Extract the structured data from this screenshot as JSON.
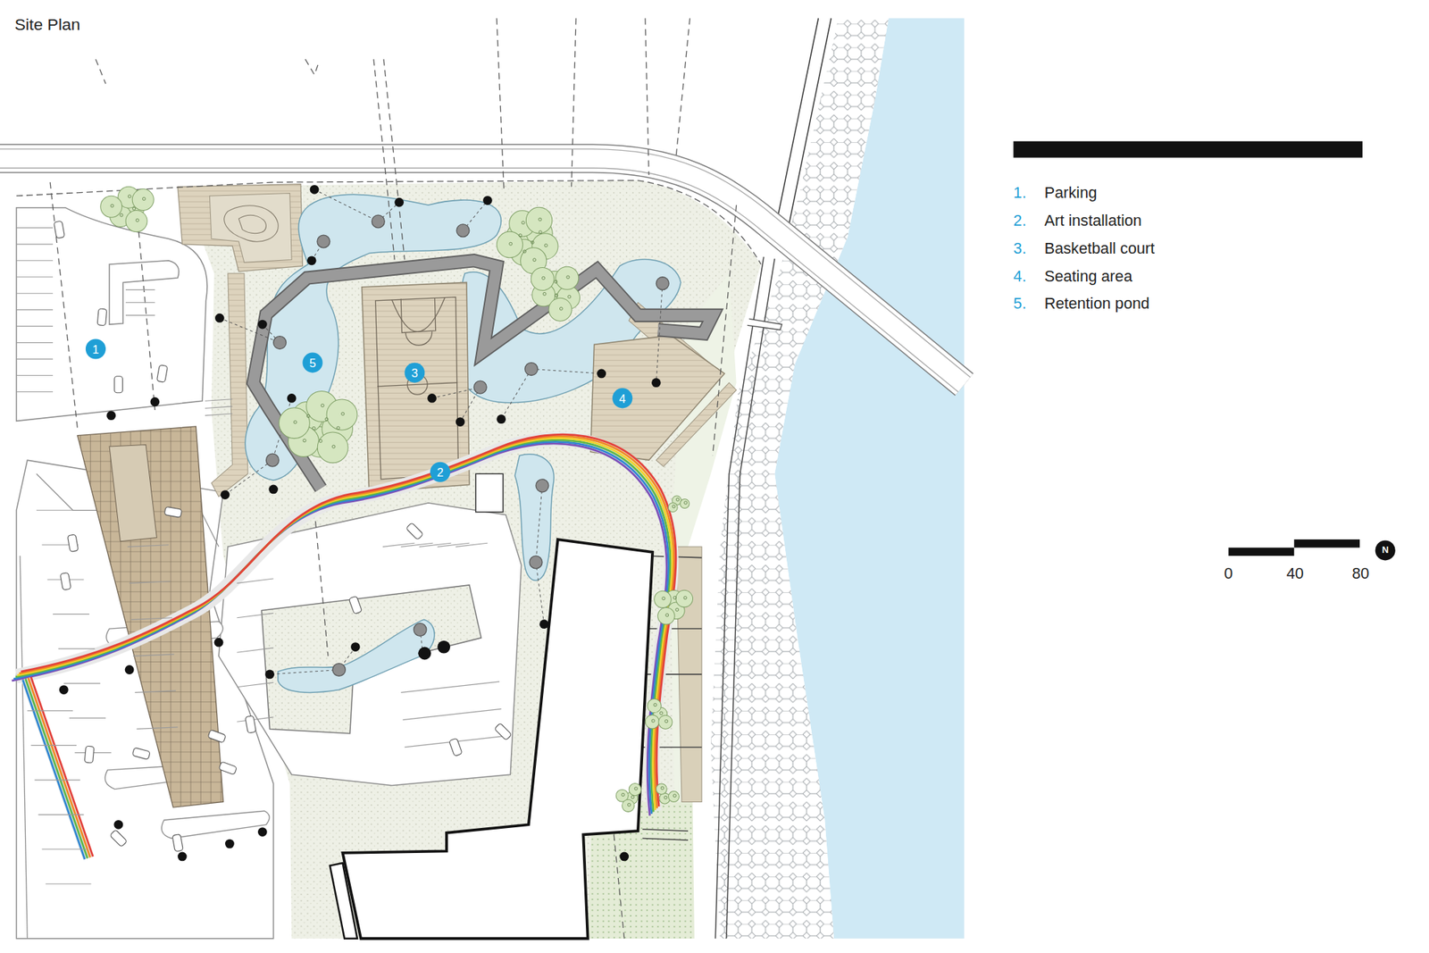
{
  "diagram": {
    "title": "Site Plan",
    "nodes": [
      {
        "text": [
          "1"
        ]
      },
      {
        "text": [
          "2"
        ]
      },
      {
        "text": [
          "3"
        ]
      },
      {
        "text": [
          "4"
        ]
      },
      {
        "text": [
          "5"
        ]
      },
      {
        "text": [
          "N"
        ]
      }
    ],
    "labels": [
      "1.",
      "2.",
      "3.",
      "4.",
      "5.",
      "0",
      "40",
      "80"
    ],
    "legend": [
      {
        "text": "Parking"
      },
      {
        "text": "Art installation"
      },
      {
        "text": "Basketball court"
      },
      {
        "text": "Seating area"
      },
      {
        "text": "Retention pond"
      }
    ]
  }
}
